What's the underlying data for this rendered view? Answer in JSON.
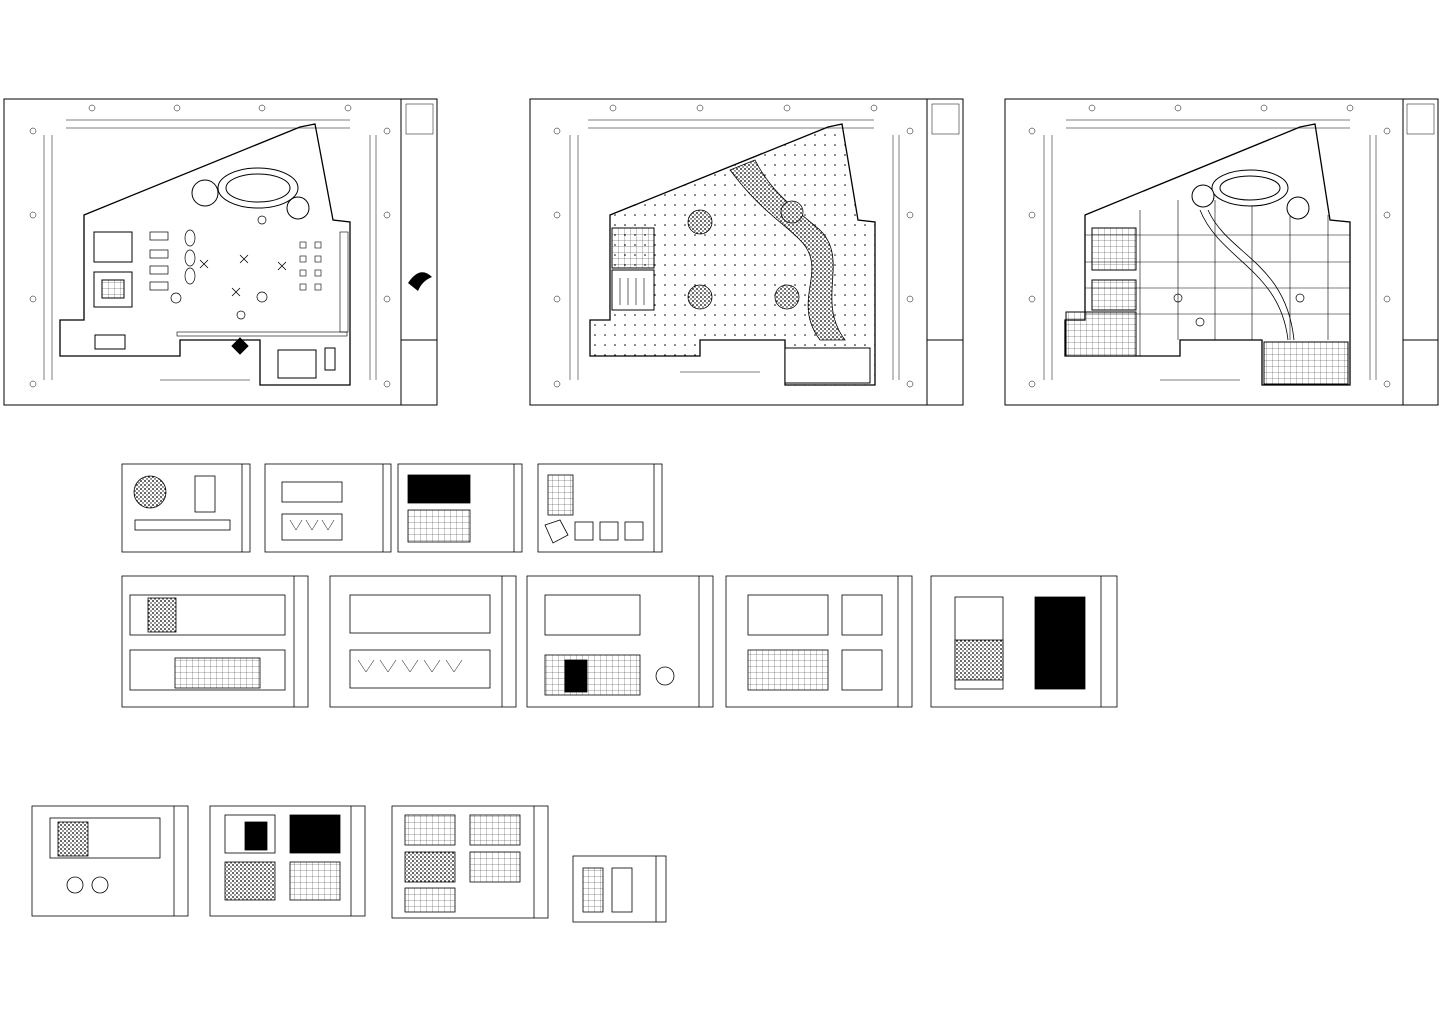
{
  "sheets": {
    "plans": [
      {
        "id": "floor-plan"
      },
      {
        "id": "ceiling-plan"
      },
      {
        "id": "floor-finish-plan"
      }
    ],
    "details_row1": 4,
    "elevations_row2": 5,
    "details_row3": 4
  },
  "colors": {
    "line": "#000000",
    "background": "#ffffff"
  }
}
